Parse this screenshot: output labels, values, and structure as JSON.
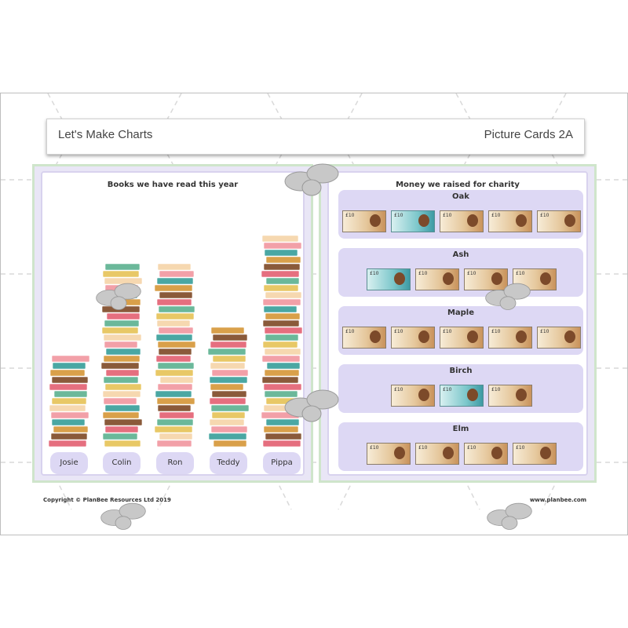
{
  "header": {
    "title": "Let's Make Charts",
    "card_label": "Picture Cards 2A"
  },
  "books_chart": {
    "title": "Books we have read this year",
    "people": [
      {
        "name": "Josie",
        "stack_books": 13
      },
      {
        "name": "Colin",
        "stack_books": 26
      },
      {
        "name": "Ron",
        "stack_books": 26
      },
      {
        "name": "Teddy",
        "stack_books": 17
      },
      {
        "name": "Pippa",
        "stack_books": 30
      }
    ]
  },
  "money_chart": {
    "title": "Money we raised for charity",
    "note_label": "£10",
    "rows": [
      {
        "name": "Oak",
        "notes": 5
      },
      {
        "name": "Ash",
        "notes": 4
      },
      {
        "name": "Maple",
        "notes": 5
      },
      {
        "name": "Birch",
        "notes": 3
      },
      {
        "name": "Elm",
        "notes": 4
      }
    ]
  },
  "footer": {
    "copyright": "Copyright © PlanBee Resources Ltd 2019",
    "website": "www.planbee.com"
  },
  "colors": {
    "panel_border": "#cfe5cb",
    "pill": "#ddd8f4",
    "book_colors": [
      "#e56f7f",
      "#4aa7a3",
      "#e8c866",
      "#8a5a3a",
      "#f2a0a8",
      "#6bb89a",
      "#d9a04a",
      "#f6d8b0"
    ]
  }
}
